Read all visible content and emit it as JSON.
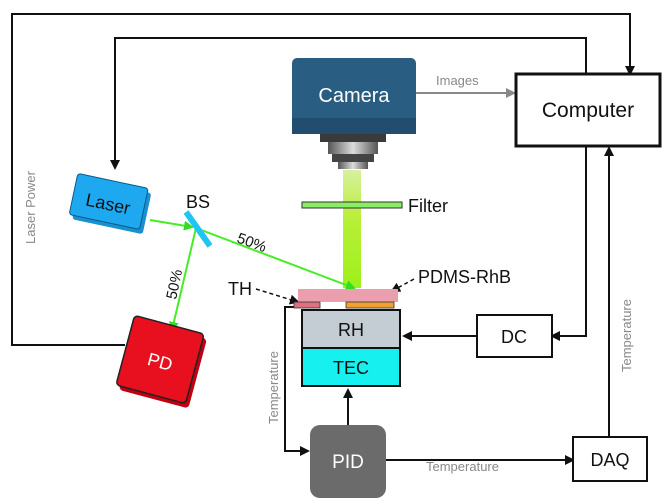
{
  "blocks": {
    "camera": "Camera",
    "computer": "Computer",
    "laser": "Laser",
    "pd": "PD",
    "rh": "RH",
    "tec": "TEC",
    "pid": "PID",
    "dc": "DC",
    "daq": "DAQ"
  },
  "labels": {
    "images": "Images",
    "filter": "Filter",
    "bs": "BS",
    "pdms": "PDMS-RhB",
    "th": "TH",
    "split_right": "50%",
    "split_down": "50%",
    "laser_power": "Laser Power",
    "temperature_left": "Temperature",
    "temperature_bottom": "Temperature",
    "temperature_right": "Temperature"
  },
  "colors": {
    "camera": "#2a5d82",
    "laser": "#1ea8f0",
    "pd": "#e8101e",
    "rh": "#c4ccd4",
    "tec": "#16f0ef",
    "pid": "#6b6b6b",
    "sample": "#eb9fae",
    "beam": "#44ee22",
    "filter": "#88ee66",
    "splitter": "#22c4f0"
  }
}
